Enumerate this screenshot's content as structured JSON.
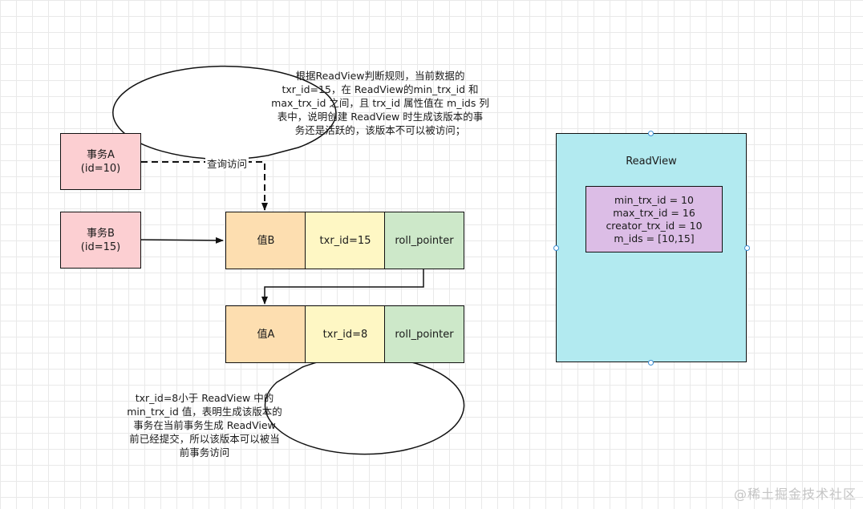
{
  "transactions": {
    "a": {
      "name": "事务A",
      "id": "(id=10)"
    },
    "b": {
      "name": "事务B",
      "id": "(id=15)"
    }
  },
  "edges": {
    "query_label": "查询访问"
  },
  "versions": {
    "b": {
      "value": "值B",
      "trx": "txr_id=15",
      "pointer": "roll_pointer"
    },
    "a": {
      "value": "值A",
      "trx": "txr_id=8",
      "pointer": "roll_pointer"
    }
  },
  "readview": {
    "title": "ReadView",
    "fields": [
      "min_trx_id = 10",
      "max_trx_id = 16",
      "creator_trx_id = 10",
      "m_ids = [10,15]"
    ]
  },
  "callouts": {
    "top": [
      "根据ReadView判断规则，当前数据的",
      "txr_id=15，在 ReadView的min_trx_id 和",
      "max_trx_id 之间，且 trx_id 属性值在 m_ids 列",
      "表中，说明创建 ReadView 时生成该版本的事",
      "务还是活跃的，该版本不可以被访问；"
    ],
    "bottom": [
      "txr_id=8小于 ReadView 中的",
      "min_trx_id 值，表明生成该版本的",
      "事务在当前事务生成 ReadView",
      "前已经提交，所以该版本可以被当",
      "前事务访问"
    ]
  },
  "watermark": "@稀土掘金技术社区",
  "colors": {
    "transaction_fill": "#fccfd2",
    "value_fill": "#fddeb0",
    "trx_fill": "#fef7c4",
    "pointer_fill": "#cde8c9",
    "readview_fill": "#b2eaf0",
    "fields_fill": "#dcbde6"
  }
}
